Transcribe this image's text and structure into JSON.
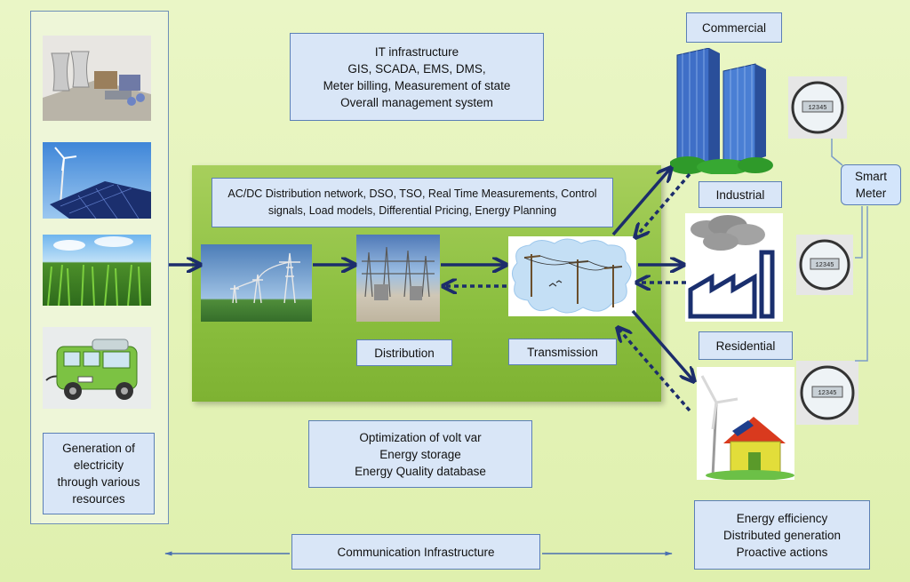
{
  "it_box": {
    "lines": [
      "IT infrastructure",
      "GIS, SCADA, EMS, DMS,",
      "Meter billing, Measurement of state",
      "Overall management system"
    ]
  },
  "green_box": {
    "lines": [
      "AC/DC Distribution network, DSO, TSO, Real Time Measurements, Control",
      "signals, Load models, Differential Pricing, Energy Planning"
    ]
  },
  "generation": {
    "lines": [
      "Generation of",
      "electricity",
      "through various",
      "resources"
    ]
  },
  "labels": {
    "distribution": "Distribution",
    "transmission": "Transmission",
    "commercial": "Commercial",
    "industrial": "Industrial",
    "residential": "Residential",
    "smart_meter": [
      "Smart",
      "Meter"
    ]
  },
  "optimization": {
    "lines": [
      "Optimization of volt var",
      "Energy storage",
      "Energy Quality database"
    ]
  },
  "energy_box": {
    "lines": [
      "Energy efficiency",
      "Distributed generation",
      "Proactive actions"
    ]
  },
  "communication": "Communication Infrastructure",
  "meter_display": "12345",
  "colors": {
    "arrow": "#1c2d6b",
    "box_fill": "#d9e6f7",
    "box_border": "#5b7fb6",
    "green_panel": "#8bbf3f"
  }
}
